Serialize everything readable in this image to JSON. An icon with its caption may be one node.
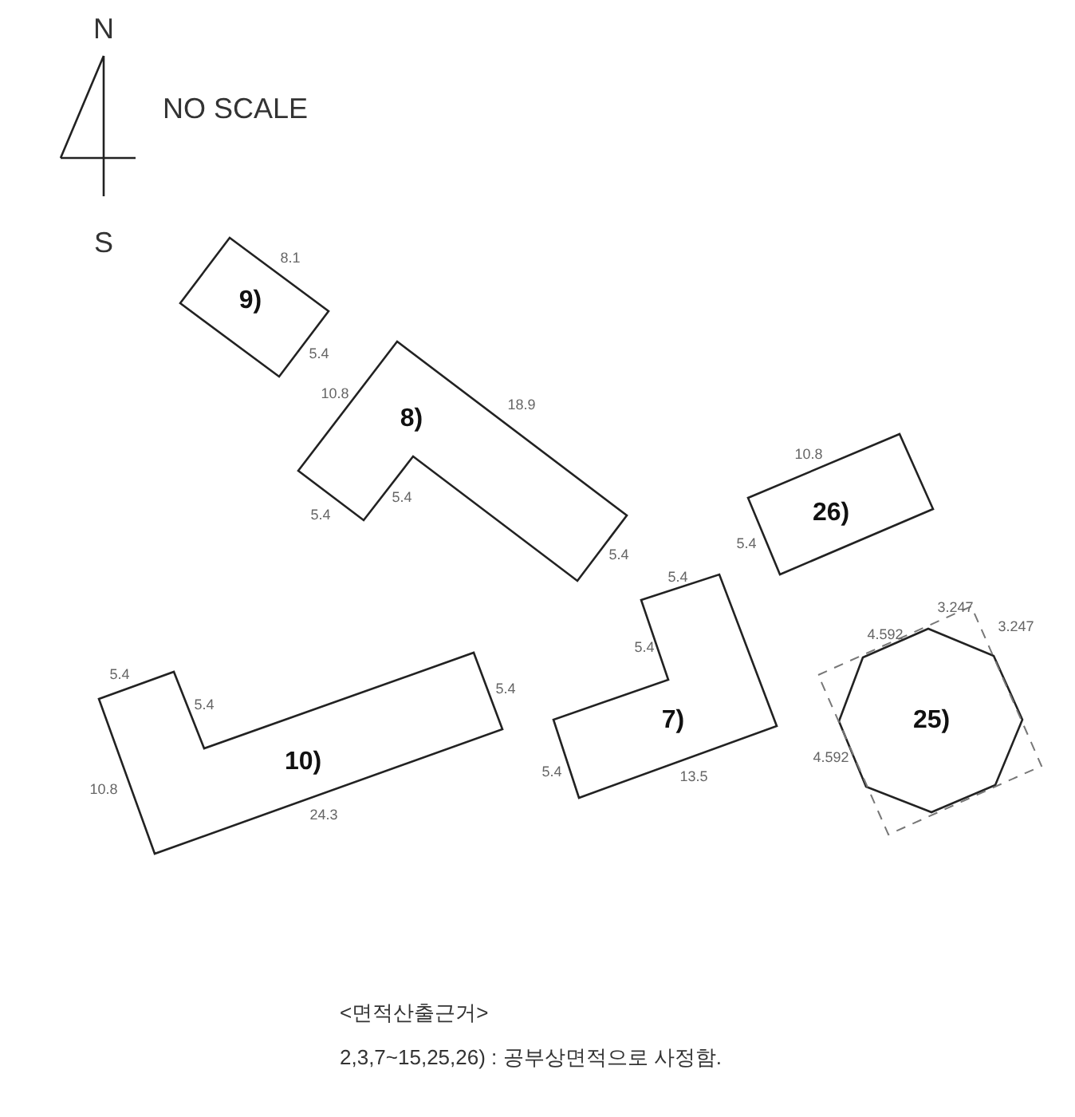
{
  "diagram": {
    "nodes": [
      {
        "text": [
          "9)"
        ],
        "beside": [
          "8.1",
          "5.4"
        ]
      },
      {
        "text": [
          "8)"
        ],
        "beside": [
          "10.8",
          "18.9",
          "5.4",
          "5.4",
          "5.4"
        ]
      },
      {
        "text": [
          "26)"
        ],
        "beside": [
          "10.8",
          "5.4"
        ]
      },
      {
        "text": [
          "7)"
        ],
        "beside": [
          "5.4",
          "5.4",
          "5.4",
          "13.5"
        ]
      },
      {
        "text": [
          "25)"
        ],
        "beside": [
          "3.247",
          "4.592",
          "3.247",
          "4.592"
        ]
      },
      {
        "text": [
          "10)"
        ],
        "beside": [
          "5.4",
          "5.4",
          "5.4",
          "10.8",
          "24.3"
        ]
      }
    ],
    "labels": [
      "N",
      "NO SCALE",
      "S",
      "<면적산출근거>",
      "2,3,7~15,25,26) : 공부상면적으로 사정함."
    ]
  }
}
